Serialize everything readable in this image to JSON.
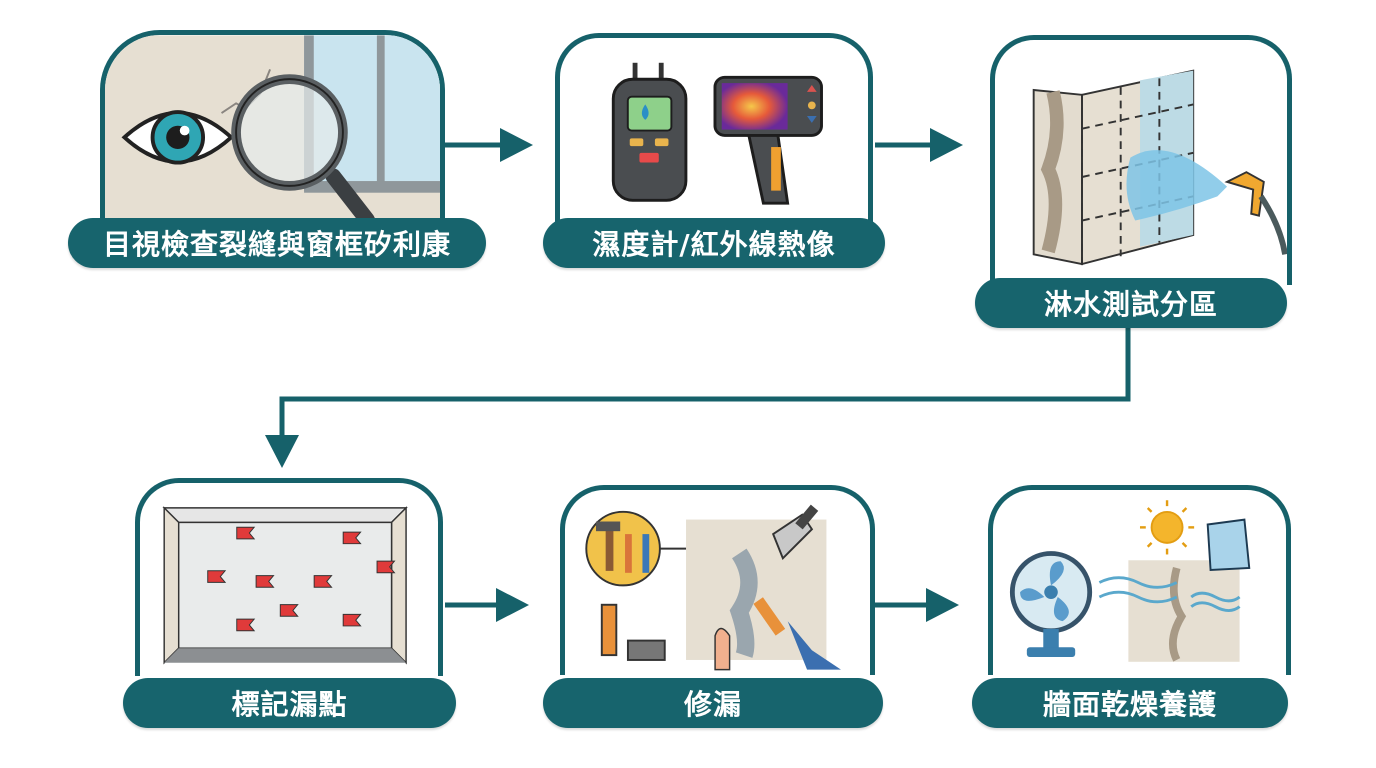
{
  "diagram": {
    "type": "process-flow",
    "accent_color": "#17646d",
    "steps": [
      {
        "index": 1,
        "label": "目視檢查裂縫與窗框矽利康",
        "icon": "eye-magnifier-icon"
      },
      {
        "index": 2,
        "label": "濕度計/紅外線熱像",
        "icon": "moisture-meter-thermal-camera-icon"
      },
      {
        "index": 3,
        "label": "淋水測試分區",
        "icon": "hose-spray-wall-icon"
      },
      {
        "index": 4,
        "label": "標記漏點",
        "icon": "flags-on-wall-icon"
      },
      {
        "index": 5,
        "label": "修漏",
        "icon": "repair-tools-icon"
      },
      {
        "index": 6,
        "label": "牆面乾燥養護",
        "icon": "fan-sun-drying-icon"
      }
    ],
    "connectors": [
      {
        "from": 1,
        "to": 2
      },
      {
        "from": 2,
        "to": 3
      },
      {
        "from": 3,
        "to": 4
      },
      {
        "from": 4,
        "to": 5
      },
      {
        "from": 5,
        "to": 6
      }
    ]
  }
}
